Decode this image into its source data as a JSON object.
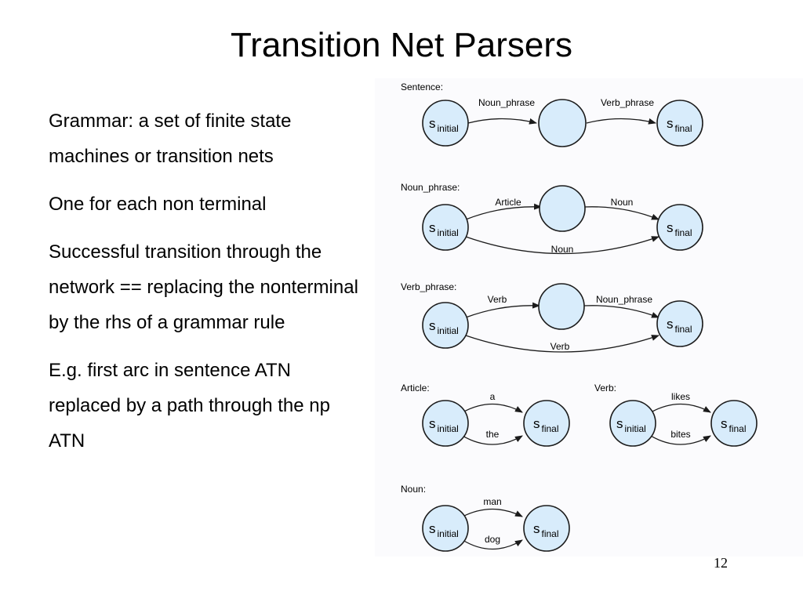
{
  "slide": {
    "title": "Transition Net Parsers",
    "page_number": "12"
  },
  "bullets": [
    "Grammar: a set of finite state machines or transition nets",
    "One for each non terminal",
    "Successful transition through the network == replacing the nonterminal by the rhs of a grammar rule",
    "E.g. first arc in sentence ATN replaced by a path through the np ATN"
  ],
  "figure": {
    "state_symbol": "s",
    "initial_sub": "initial",
    "final_sub": "final",
    "nets": {
      "sentence": {
        "label": "Sentence:",
        "arc1": "Noun_phrase",
        "arc2": "Verb_phrase"
      },
      "noun_phrase": {
        "label": "Noun_phrase:",
        "arc1": "Article",
        "arc2": "Noun",
        "arc_bottom": "Noun"
      },
      "verb_phrase": {
        "label": "Verb_phrase:",
        "arc1": "Verb",
        "arc2": "Noun_phrase",
        "arc_bottom": "Verb"
      },
      "article": {
        "label": "Article:",
        "arc_top": "a",
        "arc_bottom": "the"
      },
      "verb": {
        "label": "Verb:",
        "arc_top": "likes",
        "arc_bottom": "bites"
      },
      "noun": {
        "label": "Noun:",
        "arc_top": "man",
        "arc_bottom": "dog"
      }
    },
    "colors": {
      "state_fill": "#d8ecfb",
      "state_stroke": "#1b1b1b",
      "arc_stroke": "#1b1b1b"
    }
  }
}
